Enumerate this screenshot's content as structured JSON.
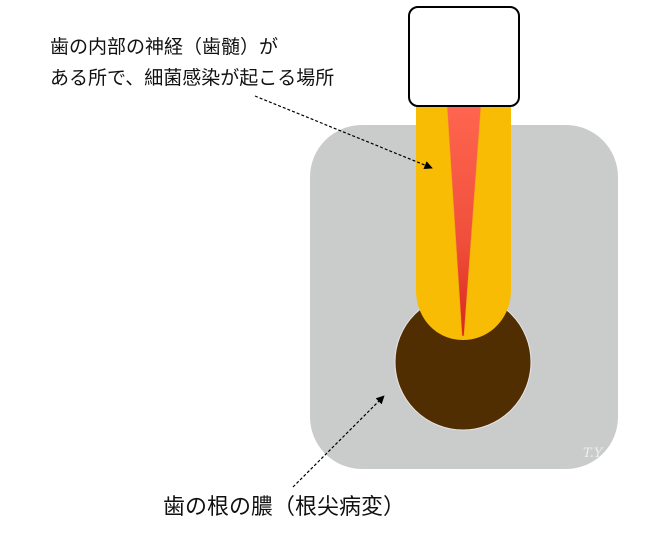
{
  "labels": {
    "pulp": {
      "line1": "歯の内部の神経（歯髄）が",
      "line2": "ある所で、細菌感染が起こる場所"
    },
    "lesion": "歯の根の膿（根尖病変）",
    "watermark": "T.Y"
  },
  "colors": {
    "bone": "#CACCCB",
    "root": "#F8BC04",
    "pulp_top": "#FF6550",
    "pulp_bottom": "#D8281C",
    "lesion": "#512D02",
    "crown_fill": "#FFFFFF",
    "crown_stroke": "#000000",
    "arrow": "#000000",
    "watermark": "#EDEDED"
  },
  "icons": {
    "crown": "rounded-rectangle",
    "root": "rounded-bottom-rectangle",
    "pulp": "tapered-wedge",
    "lesion": "circle",
    "arrows": "dashed-arrow"
  }
}
